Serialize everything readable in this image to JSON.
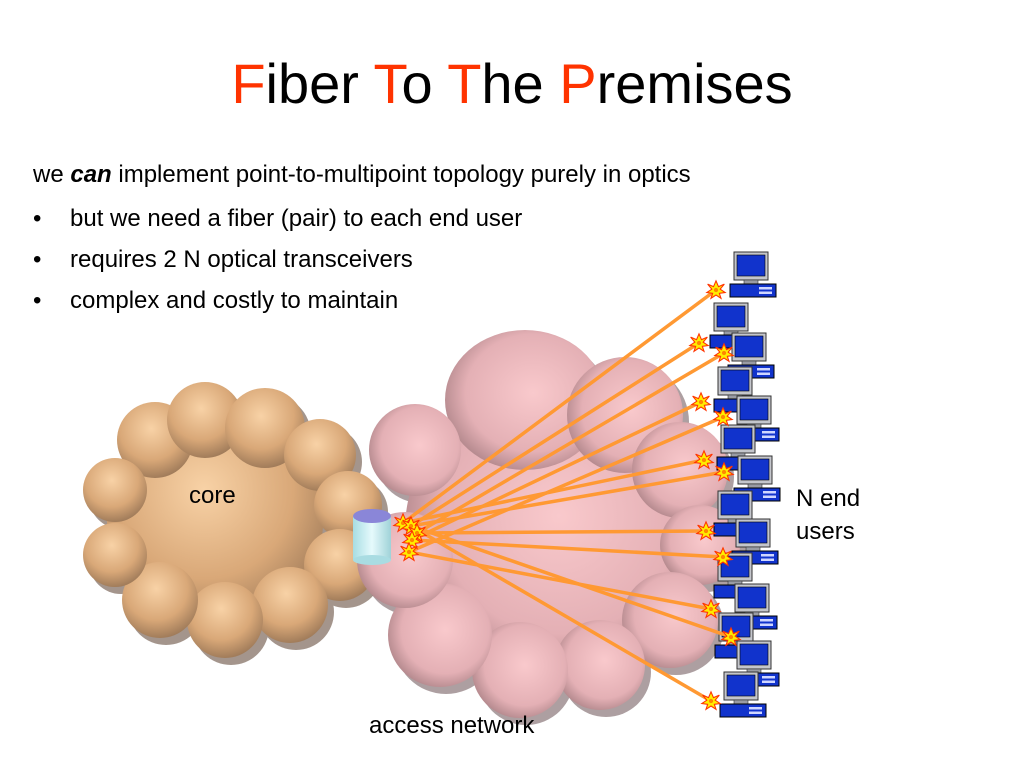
{
  "slide": {
    "title_parts": [
      {
        "initial": "F",
        "rest": "iber "
      },
      {
        "initial": "T",
        "rest": "o "
      },
      {
        "initial": "T",
        "rest": "he "
      },
      {
        "initial": "P",
        "rest": "remises"
      }
    ],
    "intro": {
      "before": "we ",
      "emphasis": "can",
      "after": " implement point-to-multipoint topology purely in optics"
    },
    "bullet_symbol": "•",
    "bullets": [
      "but we need a fiber (pair) to each end user",
      "requires 2 N optical transceivers",
      "complex and costly to maintain"
    ]
  },
  "diagram": {
    "core_label": "core",
    "access_label": "access network",
    "users_label_line1": "N end",
    "users_label_line2": "users",
    "colors": {
      "title_initial": "#ff3300",
      "fiber": "#ff9933",
      "core_cloud": "#e8b88a",
      "access_cloud": "#e6b3b8",
      "computer_screen": "#1133cc",
      "starburst": "#ffee00",
      "starburst_edge": "#ff3300",
      "node_cylinder": "#c9eef2"
    },
    "icons": [
      "cloud-icon",
      "cylinder-node-icon",
      "computer-icon",
      "optical-transceiver-starburst-icon"
    ]
  }
}
